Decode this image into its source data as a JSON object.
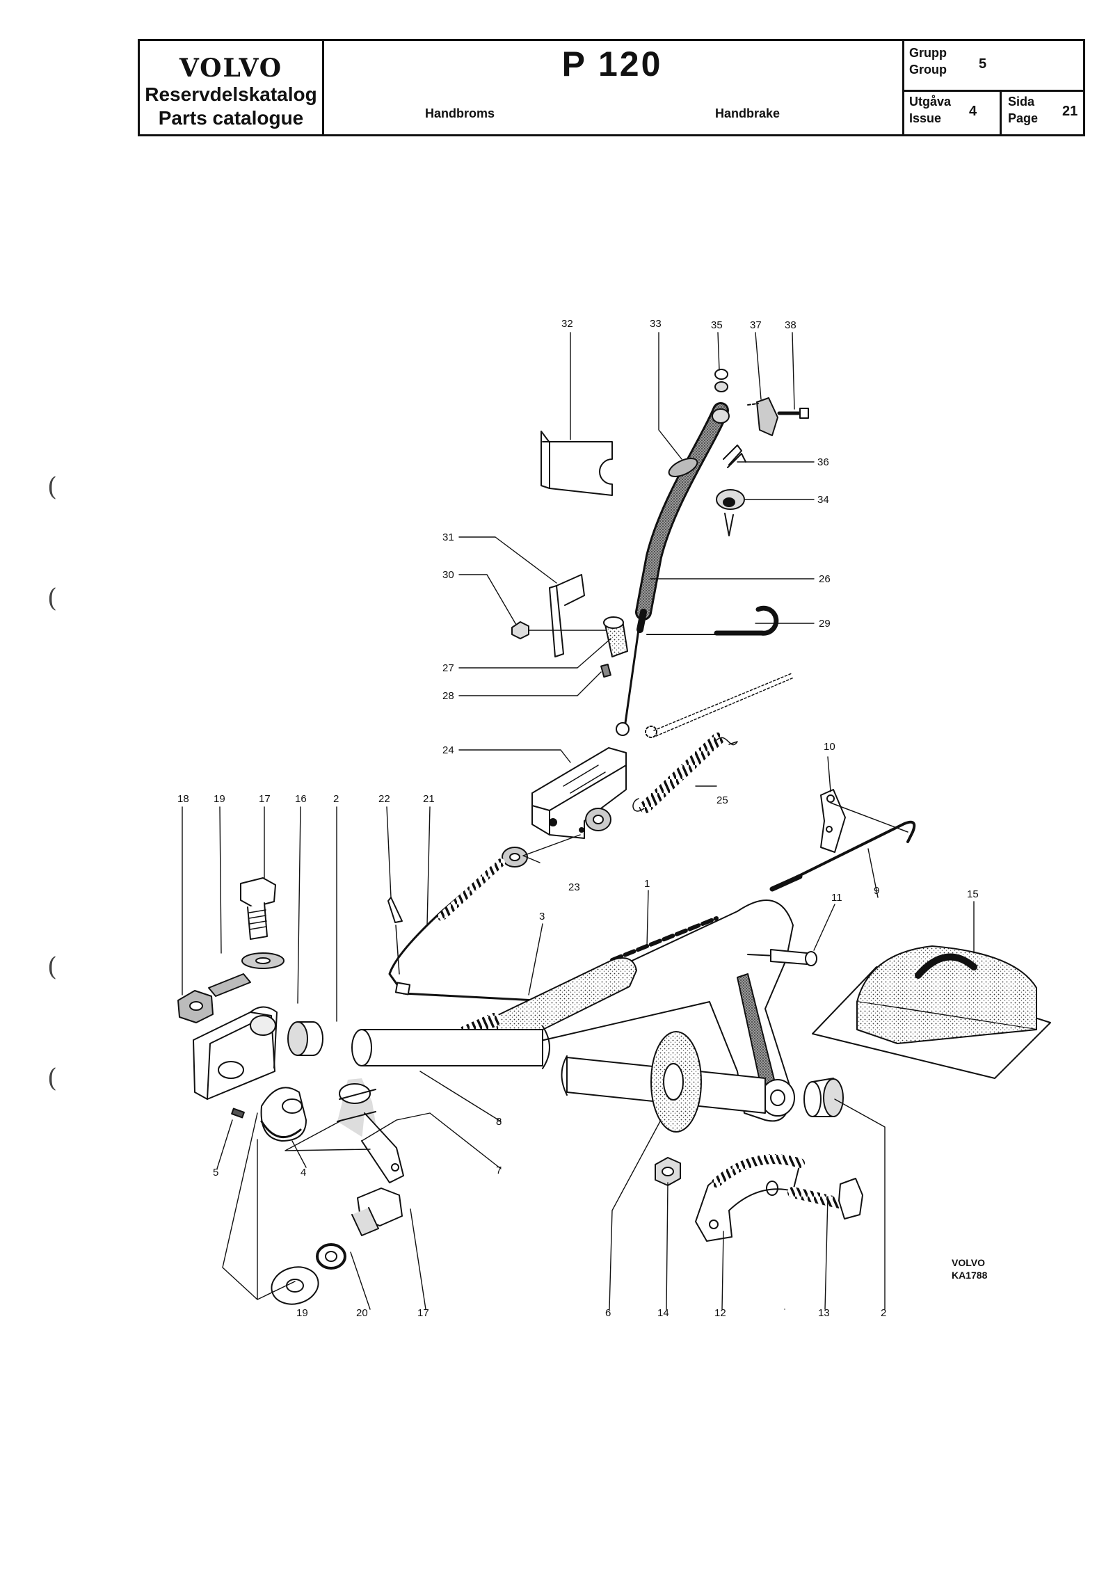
{
  "header": {
    "brand": "VOLVO",
    "brand_subtitle_sv": "Reservdelskatalog",
    "brand_subtitle_en": "Parts catalogue",
    "model": "P 120",
    "section_sv": "Handbroms",
    "section_en": "Handbrake",
    "group_label_sv": "Grupp",
    "group_label_en": "Group",
    "group_value": "5",
    "issue_label_sv": "Utgåva",
    "issue_label_en": "Issue",
    "issue_value": "4",
    "page_label_sv": "Sida",
    "page_label_en": "Page",
    "page_value": "21"
  },
  "diagram": {
    "catalog_brand": "VOLVO",
    "catalog_ref": "KA1788",
    "callouts": [
      "1",
      "2",
      "2",
      "3",
      "4",
      "5",
      "6",
      "7",
      "8",
      "9",
      "10",
      "11",
      "12",
      "13",
      "14",
      "15",
      "16",
      "17",
      "17",
      "18",
      "19",
      "19",
      "20",
      "21",
      "22",
      "23",
      "24",
      "25",
      "26",
      "27",
      "28",
      "29",
      "30",
      "31",
      "32",
      "33",
      "34",
      "35",
      "36",
      "37",
      "38"
    ]
  },
  "margin_marks": [
    "(",
    "(",
    "(",
    "("
  ]
}
